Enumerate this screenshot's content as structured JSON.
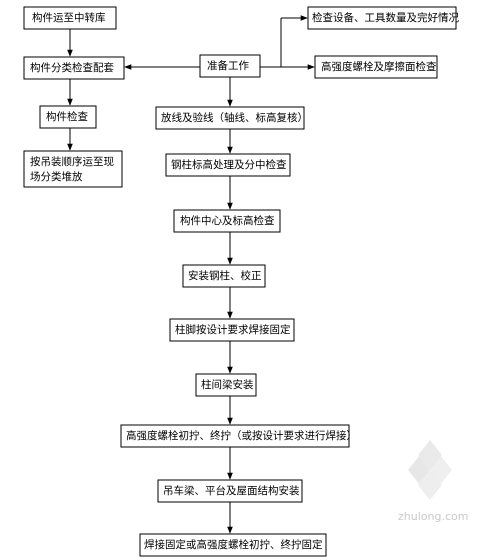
{
  "nodes": {
    "component_to_transfer_depot": "构件运至中转库",
    "sort_check_match": "构件分类检查配套",
    "prepare_work": "准备工作",
    "check_equipment": "检查设备、工具数量及完好情况",
    "high_strength_bolt_check": "高强度螺栓及摩擦面检查",
    "component_check": "构件检查",
    "stack_by_order_line1": "按吊装顺序运至现",
    "stack_by_order_line2": "场分类堆放",
    "layout_verify": "放线及验线（轴线、标高复核）",
    "column_elevation": "钢柱标高处理及分中检查",
    "center_elevation_check": "构件中心及标高检查",
    "install_column": "安装钢柱、校正",
    "column_foot_weld": "柱脚按设计要求焊接固定",
    "beam_install": "柱间梁安装",
    "bolt_tighten": "高强度螺栓初拧、终拧（或按设计要求进行焊接）",
    "crane_beam_install": "吊车梁、平台及屋面结构安装",
    "final_fix": "焊接固定或高强度螺栓初拧、终拧固定"
  },
  "watermark": "zhulong.com",
  "colors": {
    "line": "#000000",
    "box_fill": "#ffffff",
    "watermark": "#c9c9c9"
  }
}
